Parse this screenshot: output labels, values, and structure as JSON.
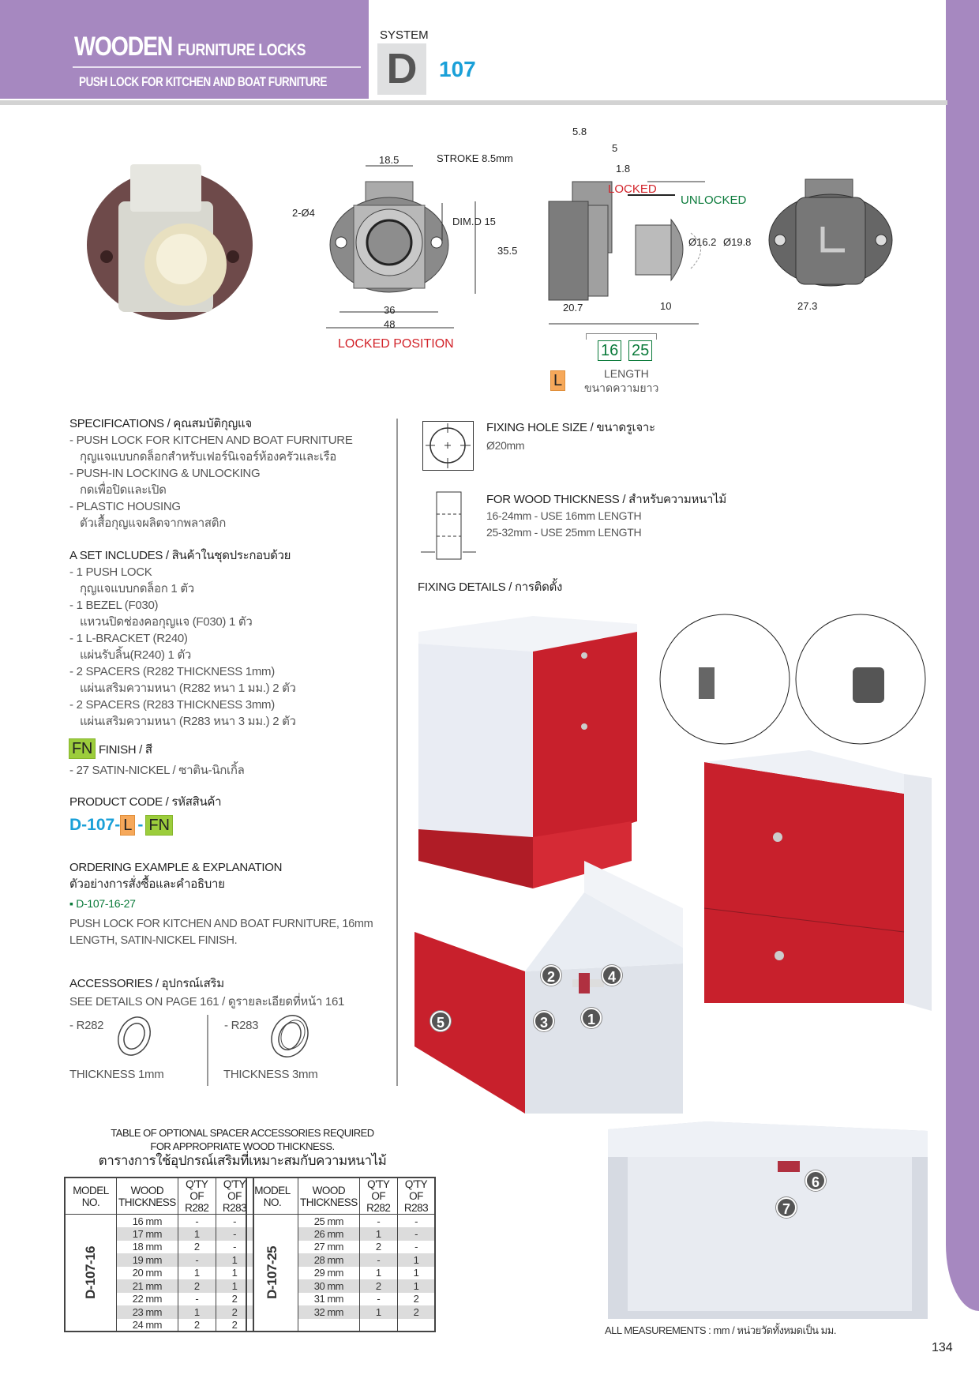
{
  "header": {
    "title_big": "WOODEN",
    "title_small": "FURNITURE LOCKS",
    "subtitle": "PUSH LOCK FOR KITCHEN AND BOAT FURNITURE",
    "system_label": "SYSTEM",
    "system_letter": "D",
    "system_number": "107"
  },
  "drawing": {
    "d1": "18.5",
    "stroke": "STROKE 8.5mm",
    "holes": "2-Ø4",
    "dim_d": "DIM.D 15",
    "h": "35.5",
    "w36": "36",
    "w48": "48",
    "locked_position": "LOCKED  POSITION",
    "d58": "5.8",
    "d5": "5",
    "d18": "1.8",
    "locked": "LOCKED",
    "unlocked": "UNLOCKED",
    "dia162": "Ø16.2",
    "dia198": "Ø19.8",
    "d207": "20.7",
    "d10": "10",
    "len16": "16",
    "len25": "25",
    "length_label": "LENGTH",
    "length_th": "ขนาดความยาว",
    "l_badge": "L",
    "back_w": "27.3"
  },
  "specs": {
    "title": "SPECIFICATIONS / คุณสมบัติกุญแจ",
    "items": [
      {
        "en": "-  PUSH LOCK FOR KITCHEN AND BOAT FURNITURE",
        "th": "กุญแจแบบกดล็อกสำหรับเฟอร์นิเจอร์ห้องครัวและเรือ"
      },
      {
        "en": "-  PUSH-IN LOCKING & UNLOCKING",
        "th": "กดเพื่อปิดและเปิด"
      },
      {
        "en": "-  PLASTIC HOUSING",
        "th": "ตัวเสื้อกุญแจผลิตจากพลาสติก"
      }
    ]
  },
  "set": {
    "title": "A  SET INCLUDES / สินค้าในชุดประกอบด้วย",
    "items": [
      {
        "en": "-  1  PUSH LOCK",
        "th": "กุญแจแบบกดล็อก  1  ตัว"
      },
      {
        "en": "-  1  BEZEL (F030)",
        "th": "แหวนปิดช่องคอกุญแจ (F030)  1  ตัว"
      },
      {
        "en": "-  1  L-BRACKET (R240)",
        "th": "แผ่นรับลิ้น(R240)  1  ตัว"
      },
      {
        "en": "-  2  SPACERS (R282 THICKNESS 1mm)",
        "th": "แผ่นเสริมความหนา (R282 หนา 1 มม.)  2  ตัว"
      },
      {
        "en": "-  2  SPACERS (R283 THICKNESS 3mm)",
        "th": "แผ่นเสริมความหนา (R283 หนา 3 มม.)  2  ตัว"
      }
    ]
  },
  "finish": {
    "badge": "FN",
    "title": "FINISH / สี",
    "item": "-  27 SATIN-NICKEL / ซาติน-นิกเกิ้ล"
  },
  "product_code": {
    "title": "PRODUCT CODE / รหัสสินค้า",
    "prefix": "D-107-",
    "l": "L",
    "dash": "-",
    "fn": "FN"
  },
  "ordering": {
    "title_en": "ORDERING EXAMPLE & EXPLANATION",
    "title_th": "ตัวอย่างการสั่งซื้อและคำอธิบาย",
    "code": "▪ D-107-16-27",
    "desc1": "PUSH LOCK FOR KITCHEN AND BOAT FURNITURE, 16mm",
    "desc2": "LENGTH, SATIN-NICKEL FINISH."
  },
  "accessories": {
    "title": "ACCESSORIES / อุปกรณ์เสริม",
    "note": "SEE DETAILS ON PAGE 161 / ดูรายละเอียดที่หน้า 161",
    "a1": "-  R282",
    "a1_th": "THICKNESS 1mm",
    "a2": "-  R283",
    "a2_th": "THICKNESS 3mm"
  },
  "fixing": {
    "hole_title": "FIXING HOLE SIZE / ขนาดรูเจาะ",
    "hole_value": "Ø20mm",
    "wood_title": "FOR WOOD THICKNESS / สำหรับความหนาไม้",
    "wood1": "16-24mm - USE 16mm LENGTH",
    "wood2": "25-32mm - USE 25mm LENGTH",
    "details_title": "FIXING DETAILS / การติดตั้ง",
    "callouts": [
      "1",
      "2",
      "3",
      "4",
      "5",
      "6",
      "7"
    ]
  },
  "table": {
    "title1": "TABLE OF OPTIONAL SPACER ACCESSORIES REQUIRED",
    "title2": "FOR APPROPRIATE WOOD THICKNESS.",
    "title_th": "ตารางการใช้อุปกรณ์เสริมที่เหมาะสมกับความหนาไม้",
    "headers": [
      "MODEL NO.",
      "WOOD THICKNESS",
      "Q'TY OF R282",
      "Q'TY OF R283"
    ],
    "groups": [
      {
        "model": "D-107-16",
        "rows": [
          [
            "16 mm",
            "-",
            "-"
          ],
          [
            "17 mm",
            "1",
            "-"
          ],
          [
            "18 mm",
            "2",
            "-"
          ],
          [
            "19 mm",
            "-",
            "1"
          ],
          [
            "20 mm",
            "1",
            "1"
          ],
          [
            "21 mm",
            "2",
            "1"
          ],
          [
            "22 mm",
            "-",
            "2"
          ],
          [
            "23 mm",
            "1",
            "2"
          ],
          [
            "24 mm",
            "2",
            "2"
          ]
        ]
      },
      {
        "model": "D-107-25",
        "rows": [
          [
            "25 mm",
            "-",
            "-"
          ],
          [
            "26 mm",
            "1",
            "-"
          ],
          [
            "27 mm",
            "2",
            "-"
          ],
          [
            "28 mm",
            "-",
            "1"
          ],
          [
            "29 mm",
            "1",
            "1"
          ],
          [
            "30 mm",
            "2",
            "1"
          ],
          [
            "31 mm",
            "-",
            "2"
          ],
          [
            "32 mm",
            "1",
            "2"
          ],
          [
            "",
            "",
            ""
          ]
        ]
      }
    ]
  },
  "footer": {
    "note": "ALL MEASUREMENTS : mm / หน่วยวัดทั้งหมดเป็น มม.",
    "page": "134"
  },
  "colors": {
    "header_purple": "#a688c0",
    "accent_blue": "#1aa0d8",
    "locked_red": "#d2232a",
    "unlocked_green": "#0a7a3a",
    "fn_green": "#9ccd3c",
    "l_orange": "#f6a85a",
    "cabinet_red": "#c8202c"
  }
}
